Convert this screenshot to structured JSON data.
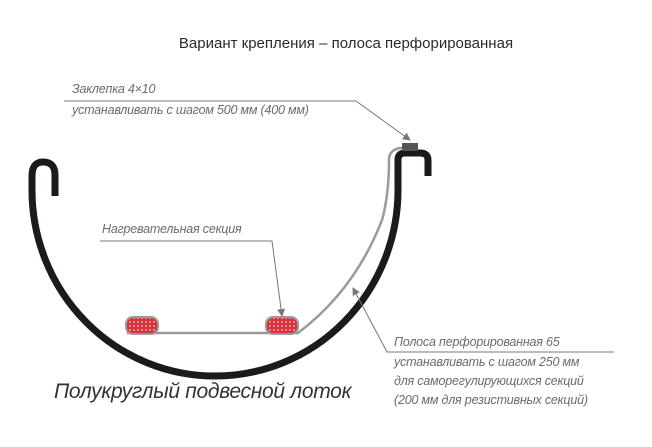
{
  "title": "Вариант крепления – полоса перфорированная",
  "rivet": {
    "line1": "Заклепка 4×10",
    "line2": "устанавливать с шагом 500 мм (400 мм)"
  },
  "heater": {
    "label": "Нагревательная секция"
  },
  "strip": {
    "line1": "Полоса перфорированная 65",
    "line2": "устанавливать с шагом 250 мм",
    "line3": "для саморегулирующихся секций",
    "line4": "(200 мм для резистивных секций)"
  },
  "caption": "Полукруглый подвесной лоток",
  "colors": {
    "gutter": "#1e1a1a",
    "strip": "#9a9a9a",
    "heater": "#d8323c",
    "leader": "#777777"
  }
}
